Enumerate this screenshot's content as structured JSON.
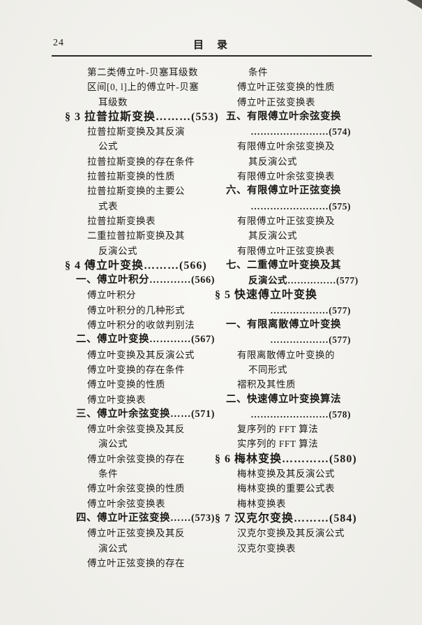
{
  "colors": {
    "paper": "#f6f5f0",
    "ink": "#1d1b17"
  },
  "page": {
    "number": "24",
    "title": "目　录"
  },
  "left_column": [
    {
      "text": "第二类傅立叶-贝塞耳级数",
      "level": 2,
      "bold": false
    },
    {
      "text": "区间[0, l]上的傅立叶-贝塞",
      "level": 2,
      "bold": false
    },
    {
      "text": "耳级数",
      "level": 3,
      "bold": false
    },
    {
      "text": "§ 3 拉普拉斯变换………(553)",
      "level": 0,
      "bold": true
    },
    {
      "text": "拉普拉斯变换及其反演",
      "level": 2,
      "bold": false
    },
    {
      "text": "公式",
      "level": 3,
      "bold": false
    },
    {
      "text": "拉普拉斯变换的存在条件",
      "level": 2,
      "bold": false
    },
    {
      "text": "拉普拉斯变换的性质",
      "level": 2,
      "bold": false
    },
    {
      "text": "拉普拉斯变换的主要公",
      "level": 2,
      "bold": false
    },
    {
      "text": "式表",
      "level": 3,
      "bold": false
    },
    {
      "text": "拉普拉斯变换表",
      "level": 2,
      "bold": false
    },
    {
      "text": "二重拉普拉斯变换及其",
      "level": 2,
      "bold": false
    },
    {
      "text": "反演公式",
      "level": 3,
      "bold": false
    },
    {
      "text": "§ 4 傅立叶变换………(566)",
      "level": 0,
      "bold": true
    },
    {
      "text": "一、傅立叶积分…………(566)",
      "level": 1,
      "bold": true
    },
    {
      "text": "傅立叶积分",
      "level": 2,
      "bold": false
    },
    {
      "text": "傅立叶积分的几种形式",
      "level": 2,
      "bold": false
    },
    {
      "text": "傅立叶积分的收敛判别法",
      "level": 2,
      "bold": false
    },
    {
      "text": "二、傅立叶变换…………(567)",
      "level": 1,
      "bold": true
    },
    {
      "text": "傅立叶变换及其反演公式",
      "level": 2,
      "bold": false
    },
    {
      "text": "傅立叶变换的存在条件",
      "level": 2,
      "bold": false
    },
    {
      "text": "傅立叶变换的性质",
      "level": 2,
      "bold": false
    },
    {
      "text": "傅立叶变换表",
      "level": 2,
      "bold": false
    },
    {
      "text": "三、傅立叶余弦变换……(571)",
      "level": 1,
      "bold": true
    },
    {
      "text": "傅立叶余弦变换及其反",
      "level": 2,
      "bold": false
    },
    {
      "text": "演公式",
      "level": 3,
      "bold": false
    },
    {
      "text": "傅立叶余弦变换的存在",
      "level": 2,
      "bold": false
    },
    {
      "text": "条件",
      "level": 3,
      "bold": false
    },
    {
      "text": "傅立叶余弦变换的性质",
      "level": 2,
      "bold": false
    },
    {
      "text": "傅立叶余弦变换表",
      "level": 2,
      "bold": false
    },
    {
      "text": "四、傅立叶正弦变换……(573)",
      "level": 1,
      "bold": true
    },
    {
      "text": "傅立叶正弦变换及其反",
      "level": 2,
      "bold": false
    },
    {
      "text": "演公式",
      "level": 3,
      "bold": false
    },
    {
      "text": "傅立叶正弦变换的存在",
      "level": 2,
      "bold": false
    }
  ],
  "right_column": [
    {
      "text": "条件",
      "level": 3,
      "bold": false
    },
    {
      "text": "傅立叶正弦变换的性质",
      "level": 2,
      "bold": false
    },
    {
      "text": "傅立叶正弦变换表",
      "level": 2,
      "bold": false
    },
    {
      "text": "五、有限傅立叶余弦变换",
      "level": 1,
      "bold": true
    },
    {
      "text": "……………………(574)",
      "level": 2,
      "bold": true,
      "align": "right"
    },
    {
      "text": "有限傅立叶余弦变换及",
      "level": 2,
      "bold": false
    },
    {
      "text": "其反演公式",
      "level": 3,
      "bold": false
    },
    {
      "text": "有限傅立叶余弦变换表",
      "level": 2,
      "bold": false
    },
    {
      "text": "六、有限傅立叶正弦变换",
      "level": 1,
      "bold": true
    },
    {
      "text": "……………………(575)",
      "level": 2,
      "bold": true,
      "align": "right"
    },
    {
      "text": "有限傅立叶正弦变换及",
      "level": 2,
      "bold": false
    },
    {
      "text": "其反演公式",
      "level": 3,
      "bold": false
    },
    {
      "text": "有限傅立叶正弦变换表",
      "level": 2,
      "bold": false
    },
    {
      "text": "七、二重傅立叶变换及其",
      "level": 1,
      "bold": true
    },
    {
      "text": "反演公式……………(577)",
      "level": 3,
      "bold": true
    },
    {
      "text": "§ 5 快速傅立叶变换",
      "level": 0,
      "bold": true
    },
    {
      "text": "………………(577)",
      "level": 2,
      "bold": true,
      "align": "right"
    },
    {
      "text": "一、有限离散傅立叶变换",
      "level": 1,
      "bold": true
    },
    {
      "text": "………………(577)",
      "level": 2,
      "bold": true,
      "align": "right"
    },
    {
      "text": "有限离散傅立叶变换的",
      "level": 2,
      "bold": false
    },
    {
      "text": "不同形式",
      "level": 3,
      "bold": false
    },
    {
      "text": "褶积及其性质",
      "level": 2,
      "bold": false
    },
    {
      "text": "二、快速傅立叶变换算法",
      "level": 1,
      "bold": true
    },
    {
      "text": "……………………(578)",
      "level": 2,
      "bold": true,
      "align": "right"
    },
    {
      "text": "复序列的 FFT 算法",
      "level": 2,
      "bold": false
    },
    {
      "text": "实序列的 FFT 算法",
      "level": 2,
      "bold": false
    },
    {
      "text": "§ 6 梅林变换…………(580)",
      "level": 0,
      "bold": true
    },
    {
      "text": "梅林变换及其反演公式",
      "level": 2,
      "bold": false
    },
    {
      "text": "梅林变换的重要公式表",
      "level": 2,
      "bold": false
    },
    {
      "text": "梅林变换表",
      "level": 2,
      "bold": false
    },
    {
      "text": "§ 7 汉克尔变换………(584)",
      "level": 0,
      "bold": true
    },
    {
      "text": "汉克尔变换及其反演公式",
      "level": 2,
      "bold": false
    },
    {
      "text": "汉克尔变换表",
      "level": 2,
      "bold": false
    }
  ]
}
